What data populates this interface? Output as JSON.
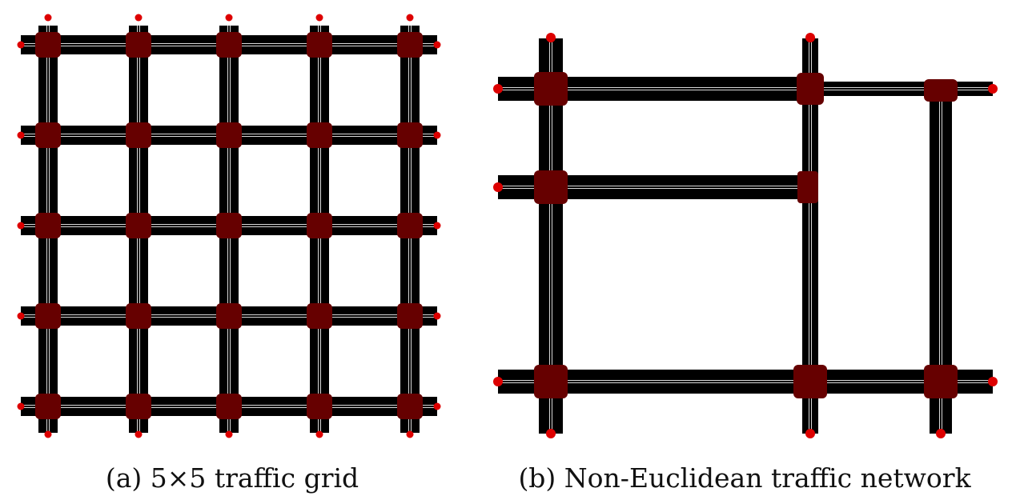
{
  "colors": {
    "road": "#000000",
    "lane_line": "#d9d9d9",
    "junction": "#660000",
    "endpoint": "#dd0000"
  },
  "diagram_a": {
    "caption": "(a) 5×5 traffic grid",
    "rows": 5,
    "columns": 5
  },
  "diagram_b": {
    "caption": "(b) Non-Euclidean traffic network"
  }
}
